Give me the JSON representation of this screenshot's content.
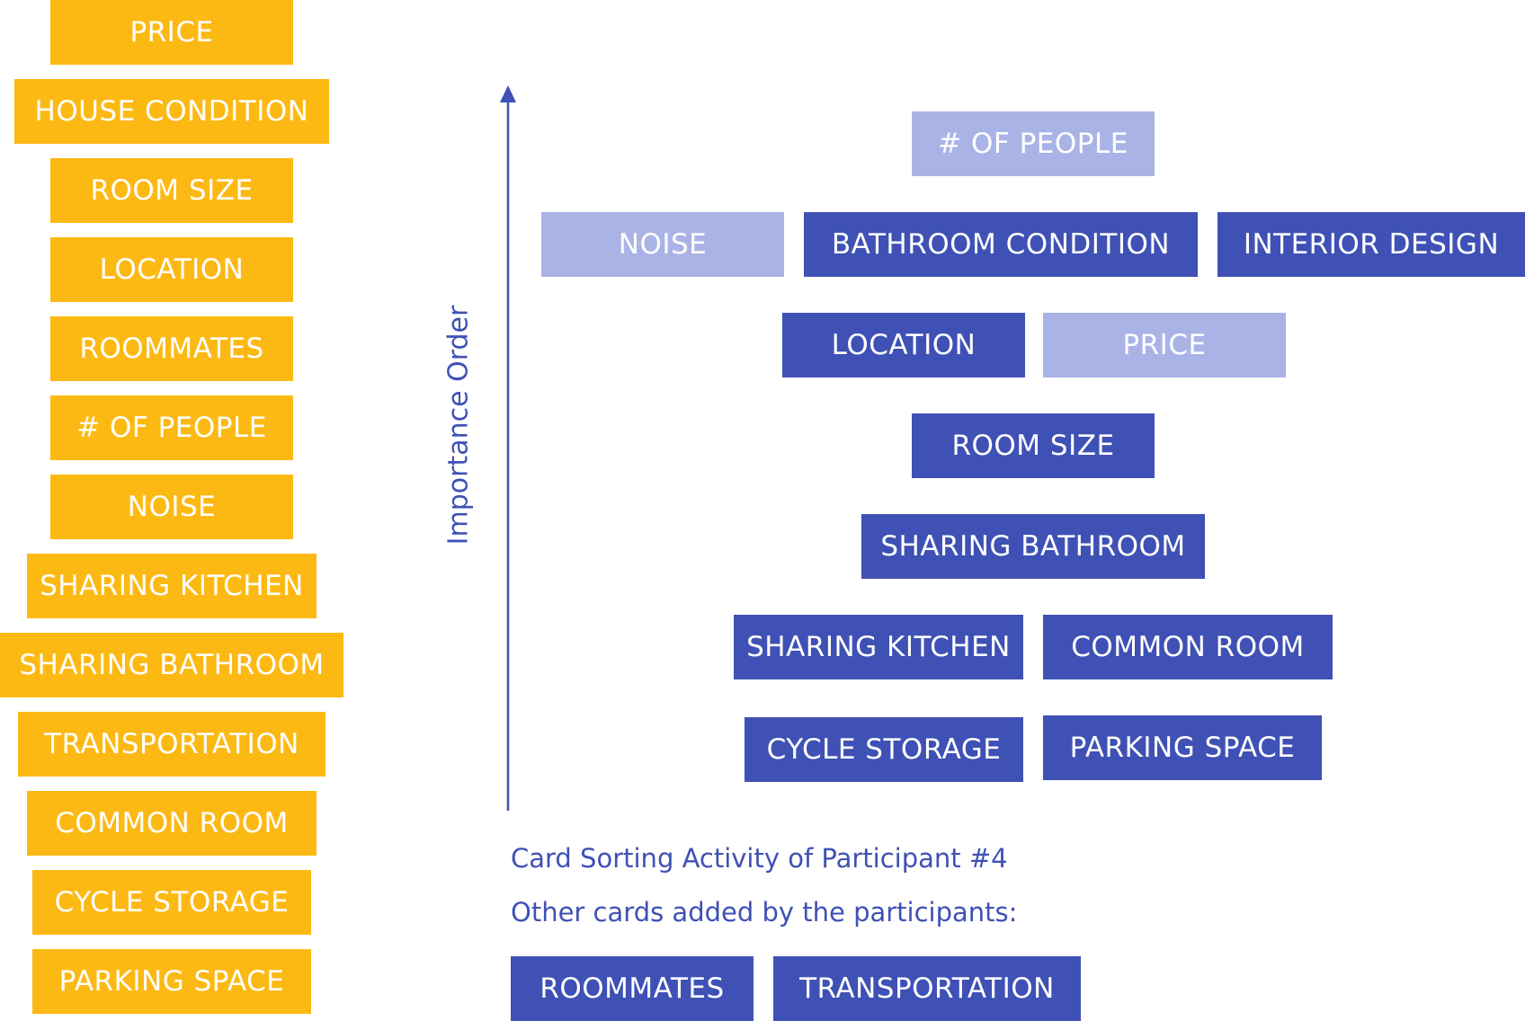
{
  "card_list": [
    "PRICE",
    "HOUSE CONDITION",
    "ROOM SIZE",
    "LOCATION",
    "ROOMMATES",
    "# OF PEOPLE",
    "NOISE",
    "SHARING KITCHEN",
    "SHARING BATHROOM",
    "TRANSPORTATION",
    "COMMON ROOM",
    "CYCLE STORAGE",
    "PARKING SPACE"
  ],
  "axis_label": "Importance Order",
  "sorted_cards": {
    "of_people": "# OF PEOPLE",
    "noise": "NOISE",
    "bathroom_condition": "BATHROOM CONDITION",
    "interior_design": "INTERIOR DESIGN",
    "location": "LOCATION",
    "price": "PRICE",
    "room_size": "ROOM SIZE",
    "sharing_bathroom": "SHARING BATHROOM",
    "sharing_kitchen": "SHARING KITCHEN",
    "common_room": "COMMON ROOM",
    "cycle_storage": "CYCLE STORAGE",
    "parking_space": "PARKING SPACE"
  },
  "captions": {
    "title": "Card Sorting Activity of Participant #4",
    "other_cards": "Other cards added by the participants:"
  },
  "added_cards": {
    "roommates": "ROOMMATES",
    "transportation": "TRANSPORTATION"
  },
  "colors": {
    "card_list": "#fdb913",
    "sorted_card": "#3f51b5",
    "sorted_card_faded": "#aab3e6",
    "axis": "#3f51b5"
  }
}
